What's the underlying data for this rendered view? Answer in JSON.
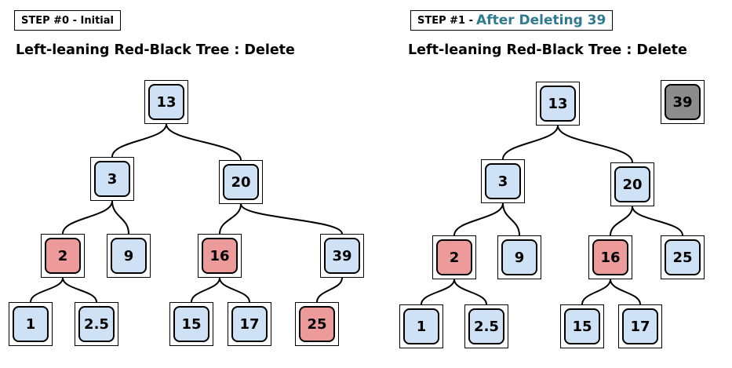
{
  "colors": {
    "black_node": "#cfe2f5",
    "red_node": "#ec9a9a",
    "removed_node": "#8c8c8c",
    "accent": "#2f7a8f"
  },
  "left": {
    "step_label": "STEP #0 - Initial",
    "title": "Left-leaning Red-Black Tree : Delete",
    "nodes": [
      {
        "id": "13",
        "label": "13",
        "color": "black"
      },
      {
        "id": "3",
        "label": "3",
        "color": "black"
      },
      {
        "id": "20",
        "label": "20",
        "color": "black"
      },
      {
        "id": "2",
        "label": "2",
        "color": "red"
      },
      {
        "id": "9",
        "label": "9",
        "color": "black"
      },
      {
        "id": "16",
        "label": "16",
        "color": "red"
      },
      {
        "id": "39",
        "label": "39",
        "color": "black"
      },
      {
        "id": "1",
        "label": "1",
        "color": "black"
      },
      {
        "id": "2.5",
        "label": "2.5",
        "color": "black"
      },
      {
        "id": "15",
        "label": "15",
        "color": "black"
      },
      {
        "id": "17",
        "label": "17",
        "color": "black"
      },
      {
        "id": "25",
        "label": "25",
        "color": "red"
      }
    ],
    "edges": [
      [
        "13",
        "3"
      ],
      [
        "13",
        "20"
      ],
      [
        "3",
        "2"
      ],
      [
        "3",
        "9"
      ],
      [
        "20",
        "16"
      ],
      [
        "20",
        "39"
      ],
      [
        "2",
        "1"
      ],
      [
        "2",
        "2.5"
      ],
      [
        "16",
        "15"
      ],
      [
        "16",
        "17"
      ],
      [
        "39",
        "25"
      ]
    ]
  },
  "right": {
    "step_prefix": "STEP #1 - ",
    "step_accent": "After Deleting 39",
    "title": "Left-leaning Red-Black Tree : Delete",
    "deleted_node": {
      "id": "39",
      "label": "39",
      "color": "removed"
    },
    "nodes": [
      {
        "id": "13",
        "label": "13",
        "color": "black"
      },
      {
        "id": "3",
        "label": "3",
        "color": "black"
      },
      {
        "id": "20",
        "label": "20",
        "color": "black"
      },
      {
        "id": "2",
        "label": "2",
        "color": "red"
      },
      {
        "id": "9",
        "label": "9",
        "color": "black"
      },
      {
        "id": "16",
        "label": "16",
        "color": "red"
      },
      {
        "id": "25",
        "label": "25",
        "color": "black"
      },
      {
        "id": "1",
        "label": "1",
        "color": "black"
      },
      {
        "id": "2.5",
        "label": "2.5",
        "color": "black"
      },
      {
        "id": "15",
        "label": "15",
        "color": "black"
      },
      {
        "id": "17",
        "label": "17",
        "color": "black"
      }
    ],
    "edges": [
      [
        "13",
        "3"
      ],
      [
        "13",
        "20"
      ],
      [
        "3",
        "2"
      ],
      [
        "3",
        "9"
      ],
      [
        "20",
        "16"
      ],
      [
        "20",
        "25"
      ],
      [
        "2",
        "1"
      ],
      [
        "2",
        "2.5"
      ],
      [
        "16",
        "15"
      ],
      [
        "16",
        "17"
      ]
    ]
  }
}
